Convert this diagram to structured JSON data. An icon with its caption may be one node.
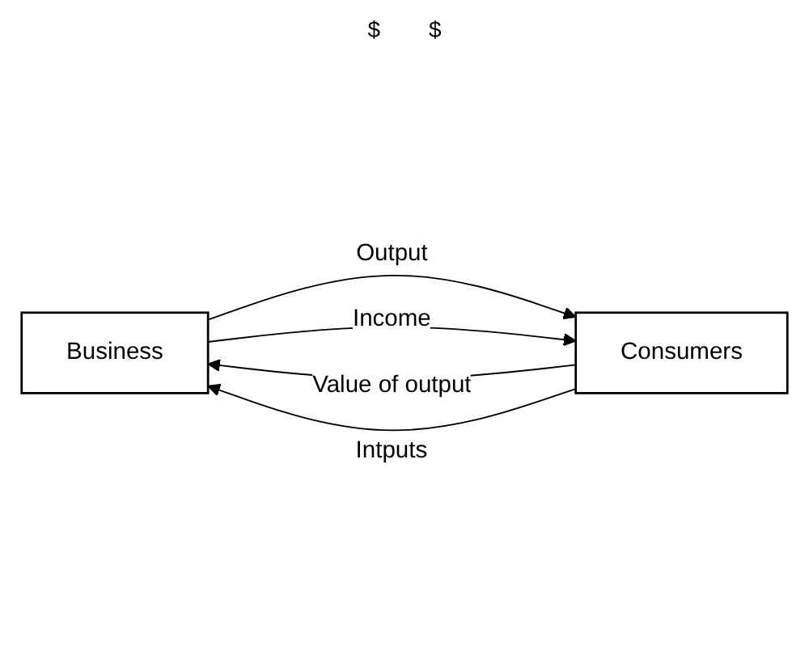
{
  "diagram": {
    "nodes": [
      {
        "text": [
          "Business"
        ]
      },
      {
        "text": [
          "Consumers"
        ]
      }
    ],
    "edges": [
      {
        "from": 1,
        "to": 0,
        "arrow": "to",
        "label": "Value of output"
      },
      {
        "from": 0,
        "to": 1,
        "arrow": "to",
        "label": "Output"
      },
      {
        "from": 1,
        "to": 0,
        "arrow": "to",
        "label": "Intputs"
      },
      {
        "from": 0,
        "to": 1,
        "arrow": "to",
        "label": "Income"
      }
    ],
    "labels": [
      "$",
      "$"
    ]
  }
}
